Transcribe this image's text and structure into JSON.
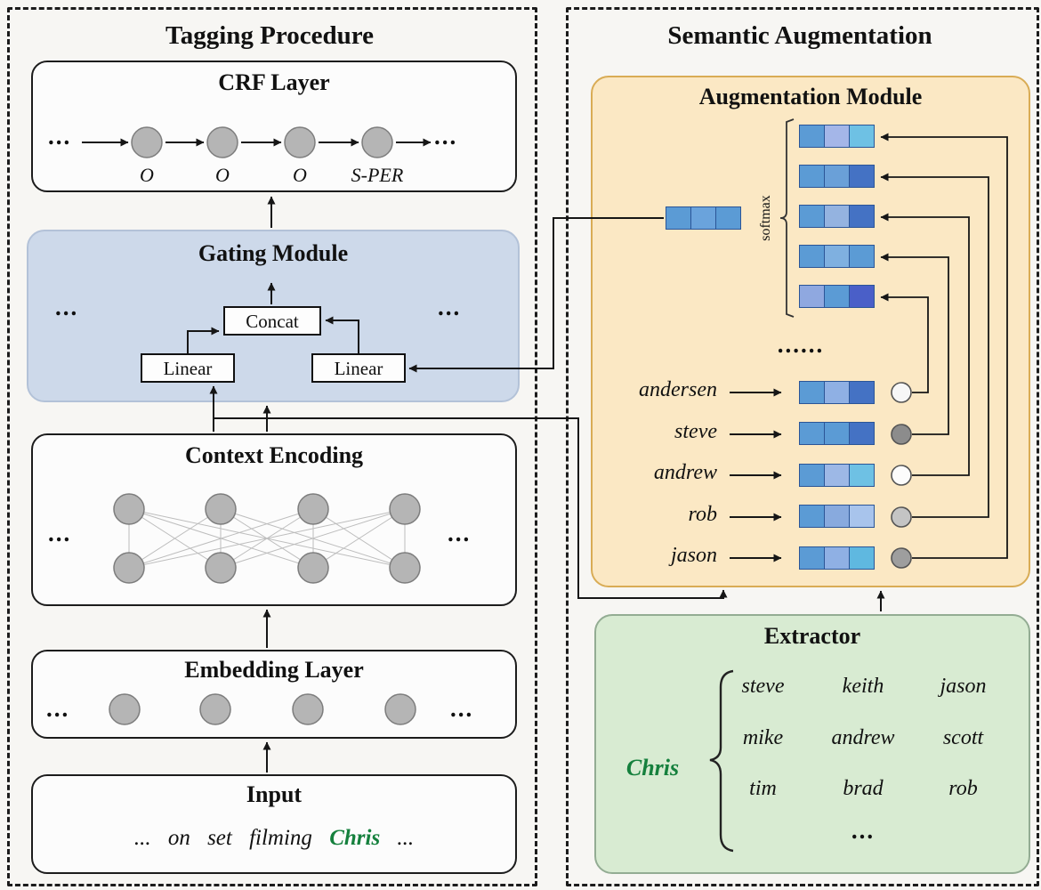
{
  "colors": {
    "gating_bg": "#cdd9ea",
    "augmentation_bg": "#fbe8c4",
    "extractor_bg": "#d8ebd2",
    "entity_green": "#15803d",
    "node_gray": "#b5b5b5",
    "cell_border": "#2b5597"
  },
  "left_panel": {
    "title": "Tagging Procedure",
    "crf": {
      "title": "CRF Layer",
      "dots_left": "...",
      "dots_right": "...",
      "labels": [
        "O",
        "O",
        "O",
        "S-PER"
      ]
    },
    "gating": {
      "title": "Gating Module",
      "concat_label": "Concat",
      "linear_left_label": "Linear",
      "linear_right_label": "Linear",
      "dots_left": "...",
      "dots_right": "..."
    },
    "context": {
      "title": "Context Encoding",
      "dots_left": "...",
      "dots_right": "..."
    },
    "embedding": {
      "title": "Embedding Layer",
      "dots_left": "...",
      "dots_right": "..."
    },
    "input": {
      "title": "Input",
      "sentence_prefix": "... on set filming",
      "entity": "Chris",
      "sentence_suffix": "..."
    }
  },
  "right_panel": {
    "title": "Semantic Augmentation",
    "augmentation": {
      "title": "Augmentation Module",
      "softmax_label": "softmax",
      "dots": "......",
      "query_vector": {
        "cells": [
          "#5b9bd5",
          "#6aa3dc",
          "#5b9bd5"
        ]
      },
      "top_vectors": [
        {
          "cells": [
            "#5b9bd5",
            "#a4b6e8",
            "#6ec1e4"
          ]
        },
        {
          "cells": [
            "#5b9bd5",
            "#6aa0d8",
            "#4472c4"
          ]
        },
        {
          "cells": [
            "#5b9bd5",
            "#94b3e0",
            "#4472c4"
          ]
        },
        {
          "cells": [
            "#5b9bd5",
            "#7fb0e0",
            "#5b9bd5"
          ]
        },
        {
          "cells": [
            "#8fa8e0",
            "#5b9bd5",
            "#4a5fc8"
          ]
        }
      ],
      "candidates": [
        {
          "label": "andersen",
          "cells": [
            "#5b9bd5",
            "#8fb0e4",
            "#4472c4"
          ],
          "weight_color": "#f7f7f7"
        },
        {
          "label": "steve",
          "cells": [
            "#5b9bd5",
            "#5b9bd5",
            "#4472c4"
          ],
          "weight_color": "#8c8c8c"
        },
        {
          "label": "andrew",
          "cells": [
            "#5b9bd5",
            "#9db8e6",
            "#6ec1e4"
          ],
          "weight_color": "#fcfcfc"
        },
        {
          "label": "rob",
          "cells": [
            "#5b9bd5",
            "#88aade",
            "#a8c4ec"
          ],
          "weight_color": "#c4c4c4"
        },
        {
          "label": "jason",
          "cells": [
            "#5b9bd5",
            "#8fb0e4",
            "#5fb8e0"
          ],
          "weight_color": "#9e9e9e"
        }
      ]
    },
    "extractor": {
      "title": "Extractor",
      "entity": "Chris",
      "rows": [
        [
          "steve",
          "keith",
          "jason"
        ],
        [
          "mike",
          "andrew",
          "scott"
        ],
        [
          "tim",
          "brad",
          "rob"
        ]
      ],
      "dots": "..."
    }
  }
}
